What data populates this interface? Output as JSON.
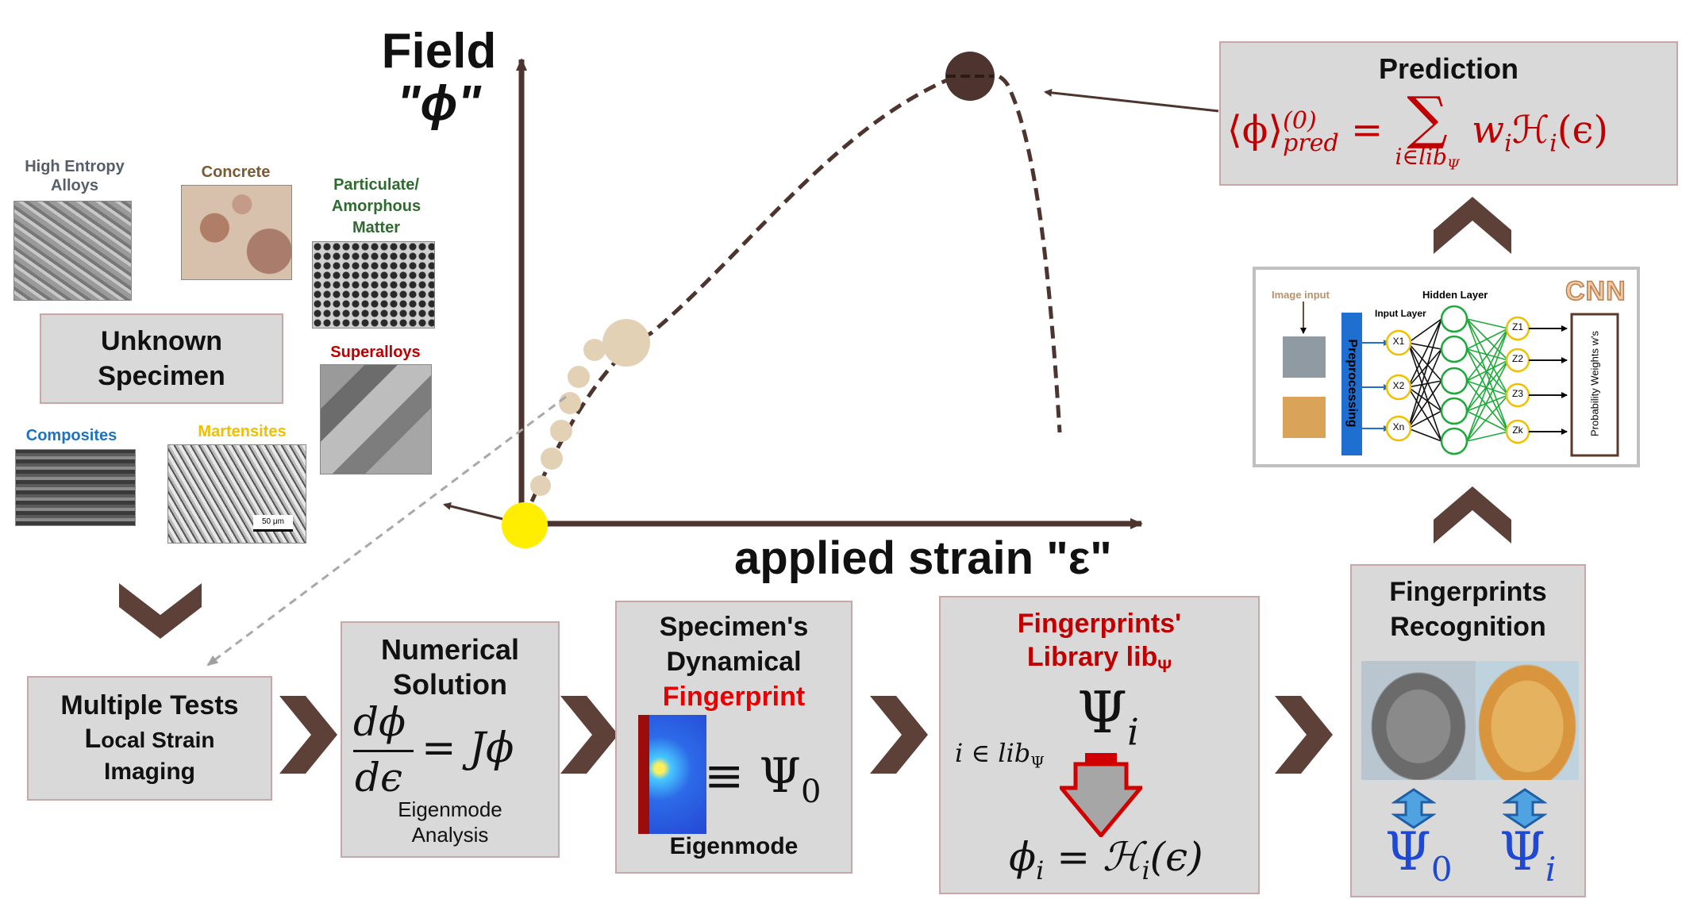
{
  "axes": {
    "y_label_line1": "Field",
    "y_label_line2": "\"ϕ\"",
    "x_label": "applied strain \"ε\""
  },
  "materials": {
    "hea": "High Entropy Alloys",
    "concrete": "Concrete",
    "particulate": "Particulate/ Amorphous Matter",
    "superalloys": "Superalloys",
    "composites": "Composites",
    "martensites": "Martensites",
    "scale_bar": "50 μm"
  },
  "unknown_specimen": {
    "line1": "Unknown",
    "line2": "Specimen"
  },
  "steps": {
    "multiple_tests": {
      "line1": "Multiple Tests",
      "line2_big": "L",
      "line2_rest": "ocal Strain",
      "line3": "Imaging"
    },
    "numerical": {
      "title": "Numerical Solution",
      "eq_num": "dϕ",
      "eq_den": "dϵ",
      "eq_rhs": "= Jϕ",
      "sub1": "Eigenmode",
      "sub2": "Analysis"
    },
    "dynamical": {
      "line1": "Specimen's",
      "line2": "Dynamical",
      "line3": "Fingerprint",
      "eq": "≡ Ψ",
      "eq_sub": "0",
      "caption": "Eigenmode"
    },
    "library": {
      "line1": "Fingerprints'",
      "line2": "Library lib",
      "line2_sub": "Ψ",
      "psi": "Ψ",
      "psi_sub": "i",
      "cond": "i ∈ lib",
      "cond_sub": "Ψ",
      "bottom": "ϕ",
      "bottom_sub": "i",
      "bottom_rhs": "= ℋ",
      "bottom_rhs_sub": "i",
      "bottom_rhs_end": "(ϵ)"
    },
    "recognition": {
      "line1": "Fingerprints",
      "line2": "Recognition",
      "psi0": "Ψ",
      "psi0_sub": "0",
      "psii": "Ψ",
      "psii_sub": "i"
    }
  },
  "prediction": {
    "title": "Prediction",
    "lhs": "⟨ϕ⟩",
    "sup": "(0)",
    "sub": "pred",
    "eq": "=",
    "sum": "∑",
    "sum_sub": "i∈lib",
    "sum_sub2": "Ψ",
    "rhs": "w",
    "rhs_sub": "i",
    "rhs2": "ℋ",
    "rhs2_sub": "i",
    "rhs_end": "(ϵ)"
  },
  "cnn": {
    "badge": "CNN",
    "image_input": "Image input",
    "hidden_layer": "Hidden Layer",
    "input_layer": "Input Layer",
    "preprocessing": "Preprocessing",
    "inputs": [
      "X1",
      "X2",
      "Xn"
    ],
    "outputs": [
      "Z1",
      "Z2",
      "Z3",
      "Zk"
    ],
    "output_box": "Probability  Weights w's"
  },
  "colors": {
    "brown": "#4e342e",
    "chevron": "#5d4037",
    "red": "#cc0000",
    "math_red": "#c00000",
    "blue": "#1f49d1",
    "yellow": "#ffee00",
    "beige": "#e3d1b6",
    "box_fill": "#d9d9d9"
  }
}
